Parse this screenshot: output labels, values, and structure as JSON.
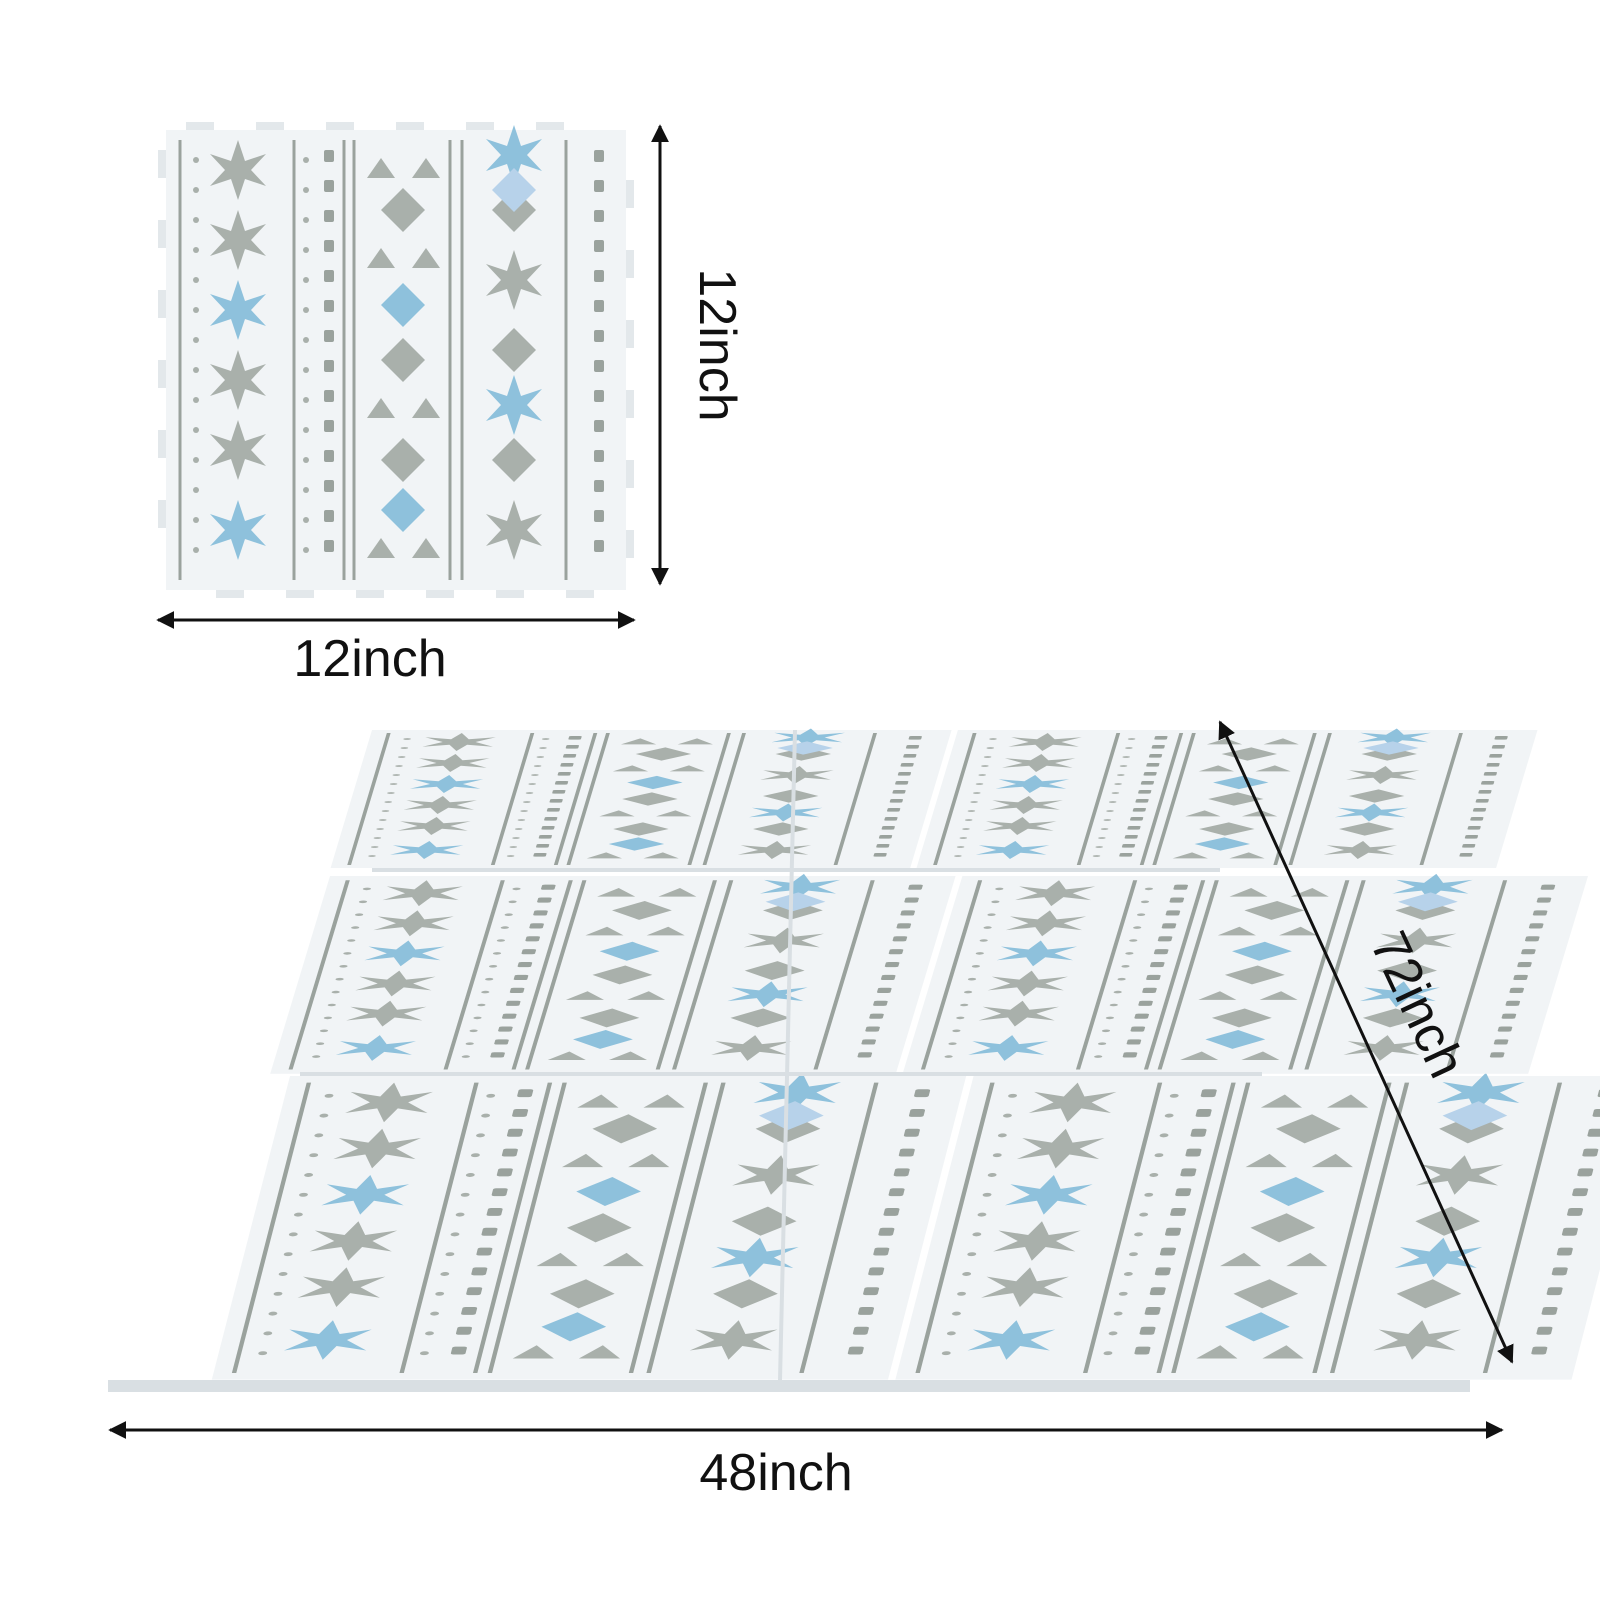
{
  "labels": {
    "tile_width": "12inch",
    "tile_height": "12inch",
    "mat_length": "72inch",
    "mat_width": "48inch"
  },
  "mat": {
    "columns": 2,
    "rows": 3
  },
  "colors": {
    "background": "#ffffff",
    "tile_base": "#f1f4f6",
    "tile_edge": "#d9dfe3",
    "pattern_gray": "#a9b0ab",
    "pattern_blue": "#8ec1dc",
    "pattern_blue_light": "#b7d2ea",
    "line_gray": "#9aa29d",
    "arrow": "#111111"
  },
  "icons": {
    "arrowhead": "triangle-arrowhead",
    "motif_star": "eight-point-star",
    "motif_diamond": "aztec-diamond"
  }
}
